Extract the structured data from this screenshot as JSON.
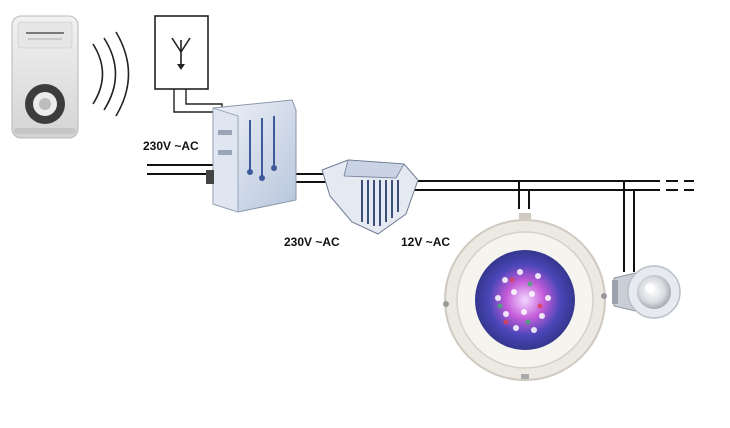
{
  "labels": {
    "mains_input": "230V ~AC",
    "transformer_input": "230V ~AC",
    "transformer_output": "12V ~AC"
  },
  "icons": [
    "remote-control-icon",
    "wireless-signal-icon",
    "antenna-receiver-icon",
    "control-box-icon",
    "transformer-icon",
    "pool-light-large-icon",
    "pool-light-small-icon"
  ],
  "colors": {
    "wire": "#111111",
    "light_body": "#e9e6df",
    "control_box": "#cfd9e8"
  }
}
